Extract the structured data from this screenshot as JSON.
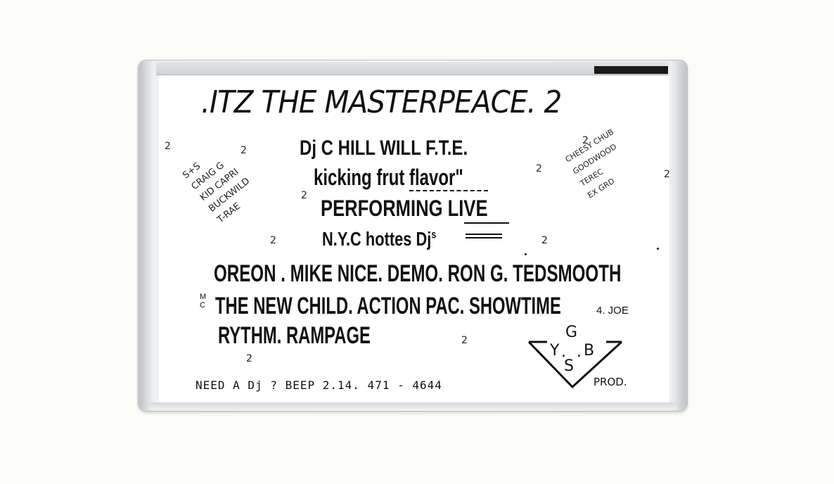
{
  "insert": {
    "title": ".ITZ THE MASTERPEACE. 2",
    "dj_line": "Dj  C HILL WILL F.T.E.",
    "tagline": "kicking  frut flavor\"",
    "performing": "PERFORMING LIVE",
    "hottest": "N.Y.C hottes Dj",
    "hottest_super": "s",
    "djs_line": "OREON . MIKE NICE. DEMO. RON G. TEDSMOOTH",
    "mc_label": "M C",
    "mcs_line": "THE NEW CHILD. ACTION PAC. SHOWTIME",
    "joe": "4. JOE",
    "last_line": "RYTHM. RAMPAGE",
    "contact": "NEED A Dj ?  BEEP 2.14. 471 -  4644",
    "logo_letters": [
      "G",
      "Y",
      "S",
      "B"
    ],
    "logo_dots": [
      ".",
      "."
    ],
    "prod": "PROD.",
    "scrawl_left": "S+S\nCRAIG G\nKID CAPRI\nBUCKWILD\nT-RAE",
    "scrawl_right": "CHEESY CHUB\nGOODWOOD\nTEREC\nEX GRD",
    "two_mark": "2"
  }
}
